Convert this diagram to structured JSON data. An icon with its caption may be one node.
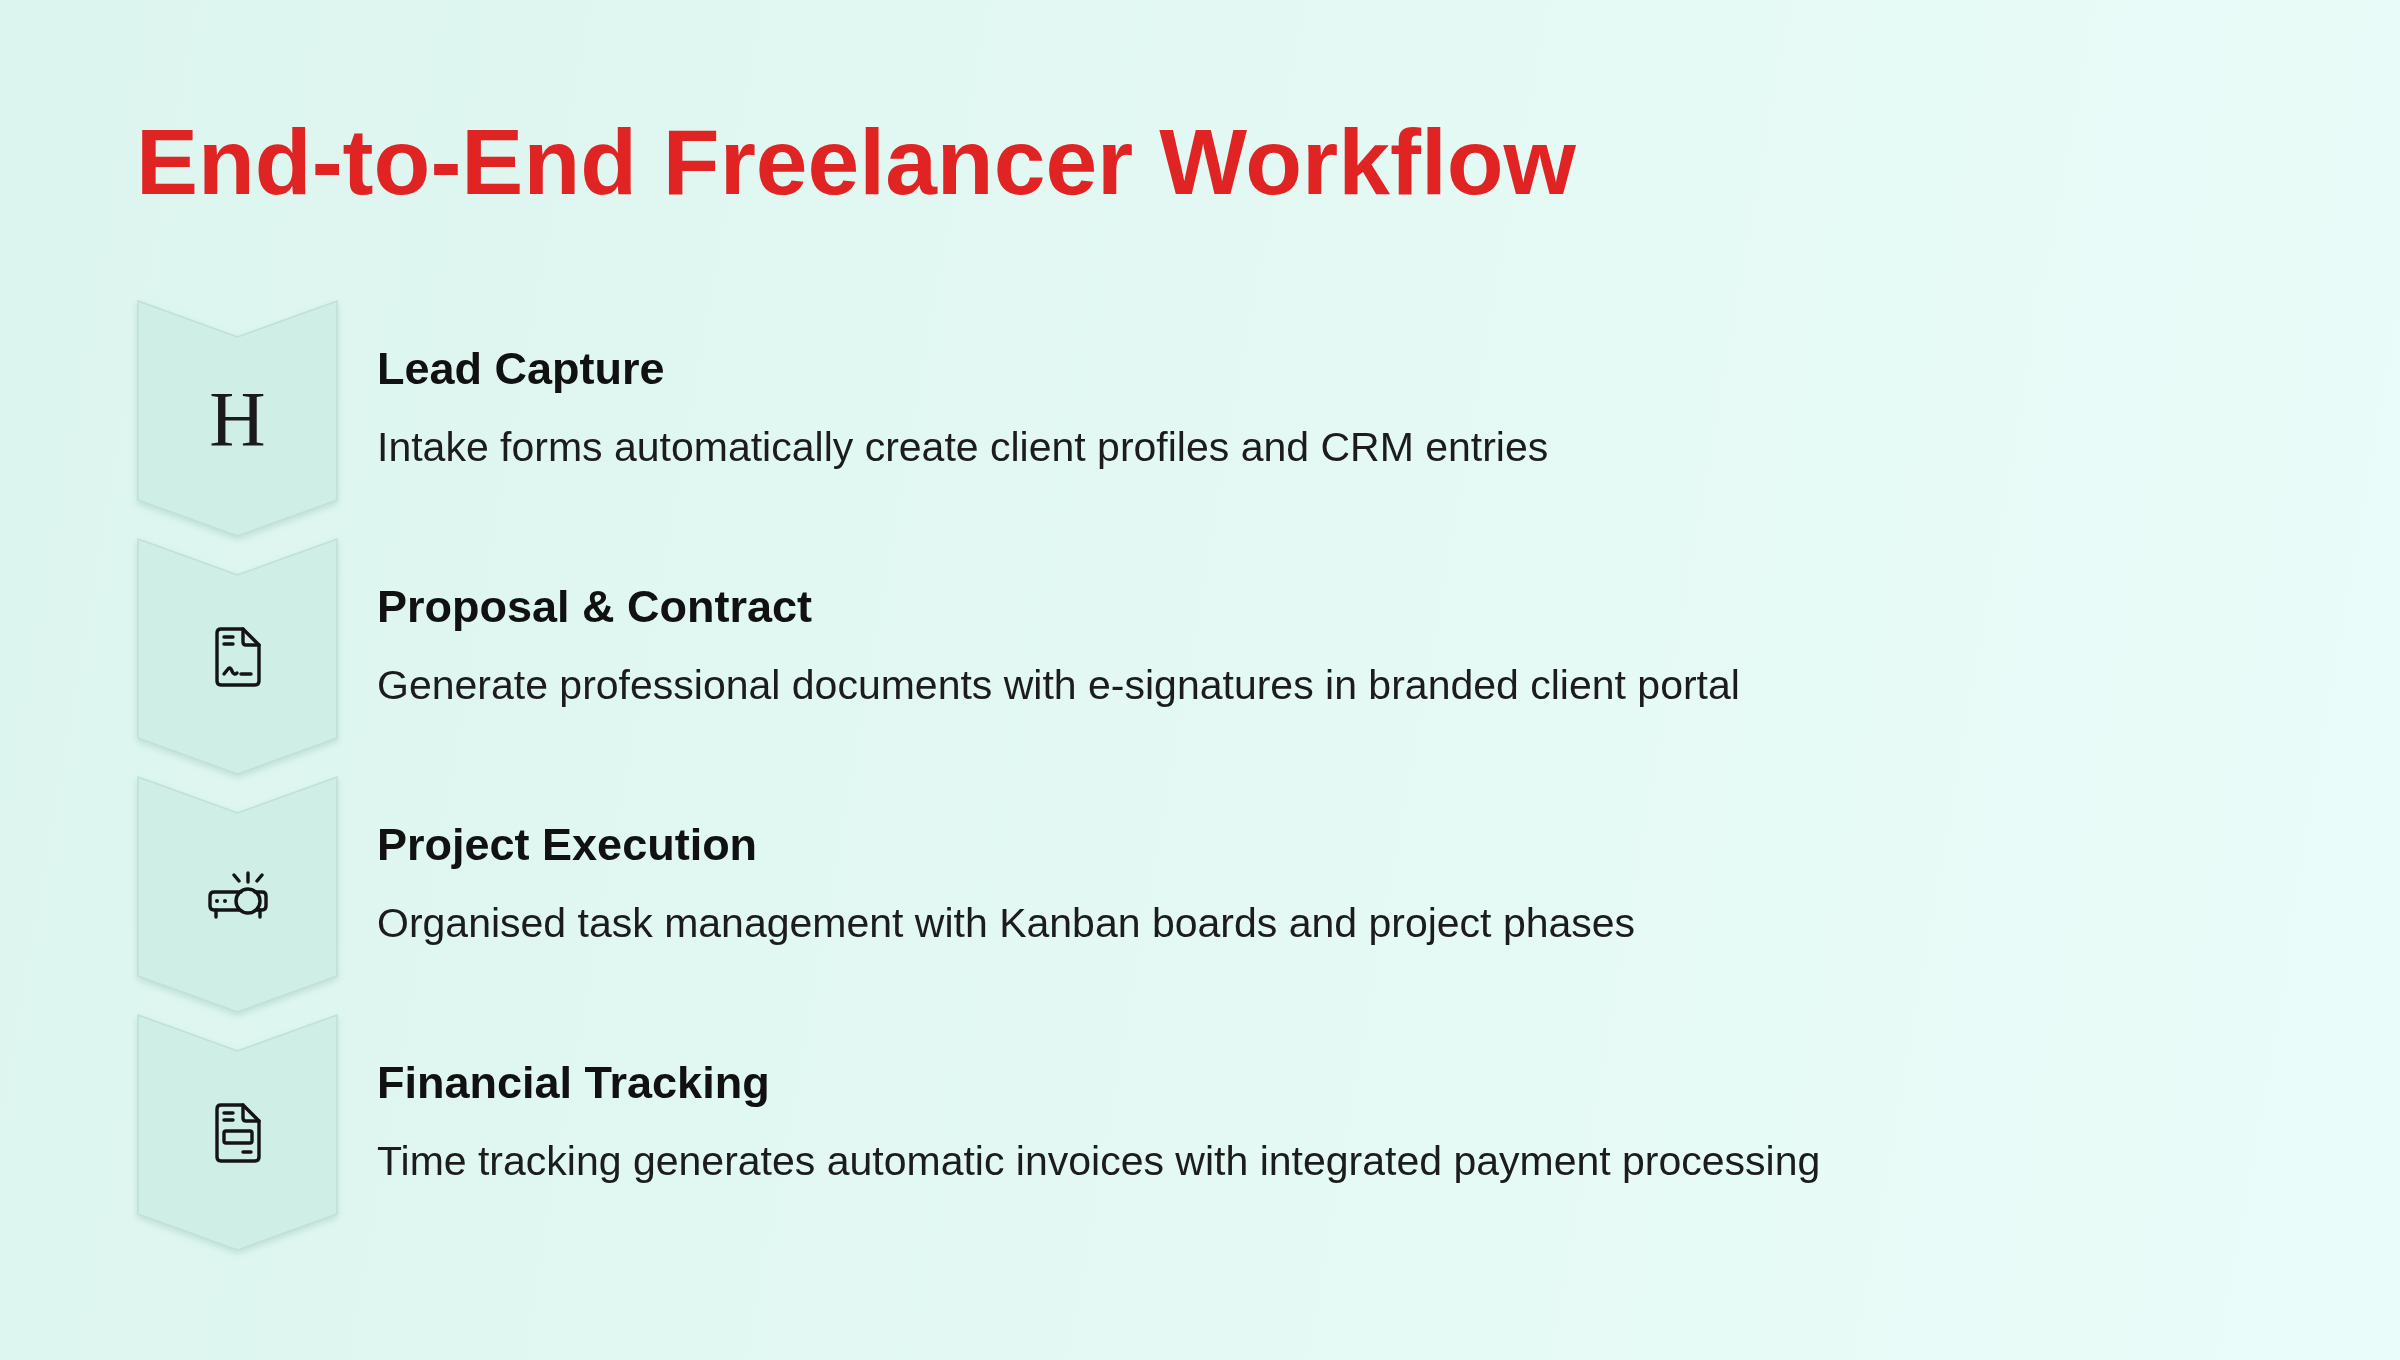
{
  "diagram": {
    "title": "End-to-End Freelancer Workflow",
    "nodes": [
      {
        "text": [
          "H"
        ],
        "beside": [
          "Lead Capture",
          "Intake forms automatically create client profiles and CRM entries"
        ]
      },
      {
        "text": [],
        "shape": "chevron",
        "beside": [
          "Proposal & Contract",
          "Generate professional documents with e-signatures in branded client portal"
        ]
      },
      {
        "text": [],
        "shape": "chevron",
        "beside": [
          "Project Execution",
          "Organised task management with Kanban boards and project phases"
        ]
      },
      {
        "text": [],
        "shape": "chevron",
        "beside": [
          "Financial Tracking",
          "Time tracking generates automatic invoices with integrated payment processing"
        ]
      }
    ]
  }
}
